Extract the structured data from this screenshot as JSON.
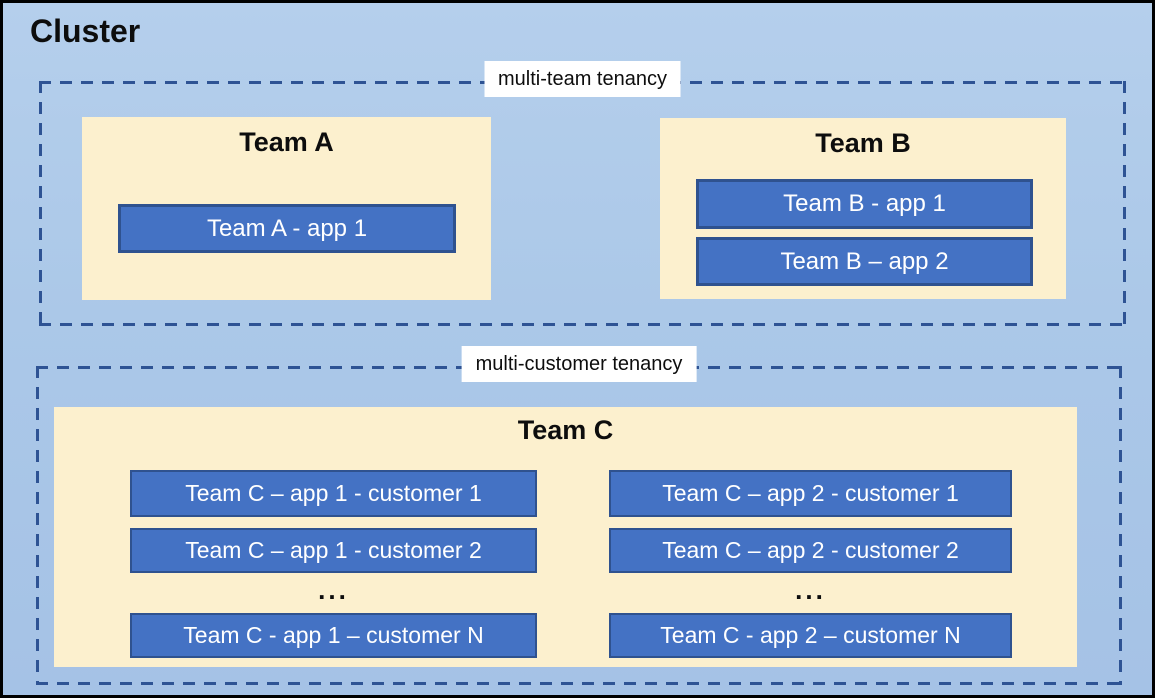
{
  "cluster": {
    "title": "Cluster"
  },
  "groups": [
    {
      "label": "multi-team tenancy",
      "teams": [
        {
          "name": "Team A",
          "apps": [
            "Team A - app 1"
          ]
        },
        {
          "name": "Team B",
          "apps": [
            "Team B - app 1",
            "Team B – app 2"
          ]
        }
      ]
    },
    {
      "label": "multi-customer tenancy",
      "teams": [
        {
          "name": "Team C",
          "columns": [
            {
              "rows": [
                "Team C – app 1 - customer 1",
                "Team C – app 1 - customer 2"
              ],
              "ellipsis": "...",
              "row_n": "Team C - app 1 – customer N"
            },
            {
              "rows": [
                "Team C – app 2 - customer 1",
                "Team C – app 2 - customer 2"
              ],
              "ellipsis": "...",
              "row_n": "Team C - app 2 – customer N"
            }
          ]
        }
      ]
    }
  ],
  "colors": {
    "canvas_top": "#B5CFEC",
    "canvas_bottom": "#A5C2E6",
    "panel_fill": "#FCF0CE",
    "app_fill": "#4472C4",
    "app_border": "#2F528F",
    "dashed_border": "#2E5394",
    "label_background": "#FFFFFF",
    "text_dark": "#0D0D0D",
    "text_light": "#FFFFFF",
    "outer_border": "#000000"
  }
}
